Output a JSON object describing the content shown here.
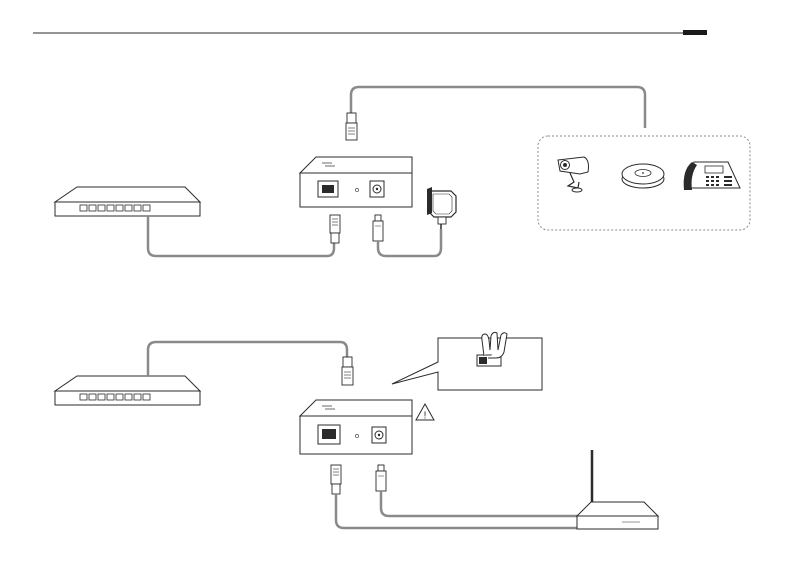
{
  "page": {
    "header_rule": true,
    "accent_bar_color": "#1a1a1a"
  },
  "colors": {
    "line": "#2b2b2b",
    "cable": "#8a8a8a",
    "box_fill": "#ffffff",
    "panel_fill": "#f2f2f2",
    "dashed_border": "#8a8a8a"
  },
  "diagram_1": {
    "description_nodes": [
      "switch",
      "poe-injector",
      "power-adapter",
      "powered-devices-group"
    ],
    "powered_devices": [
      "ip-camera-icon",
      "access-point-icon",
      "ip-phone-icon"
    ]
  },
  "diagram_2": {
    "description_nodes": [
      "switch",
      "poe-splitter",
      "router",
      "switch-callout"
    ],
    "warning_symbol": "!"
  }
}
